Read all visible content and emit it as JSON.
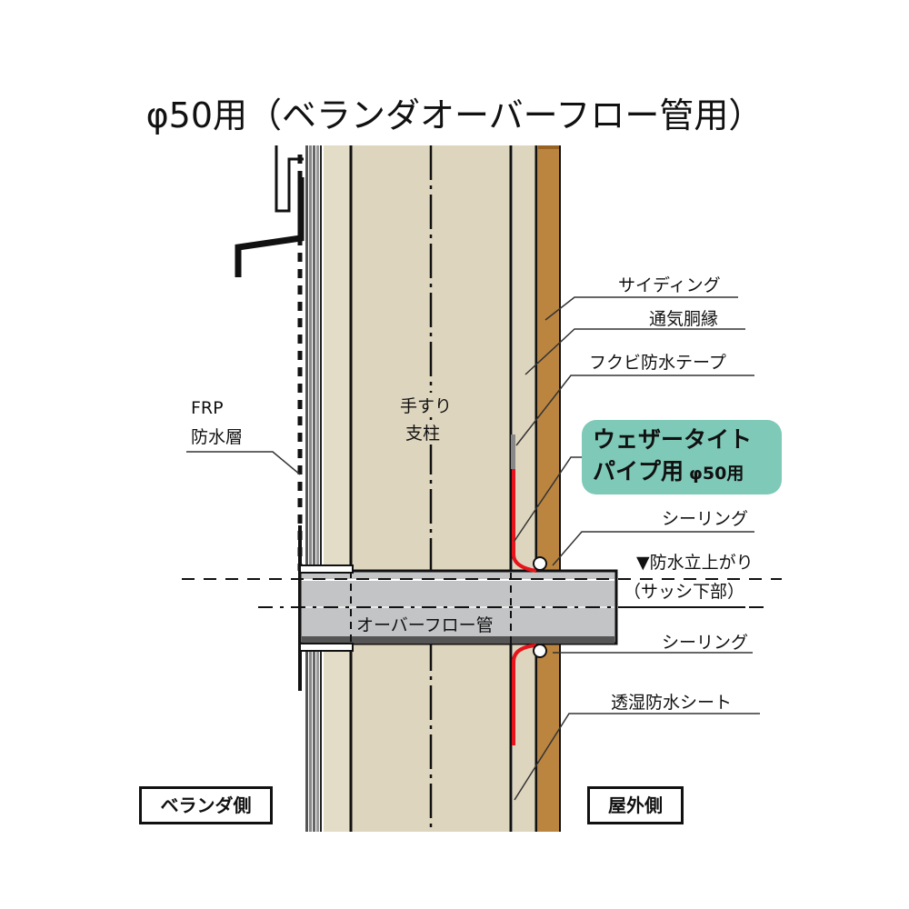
{
  "title": "φ50用（ベランダオーバーフロー管用）",
  "labels": {
    "siding": "サイディング",
    "furring": "通気胴縁",
    "flashing_tape": "フクビ防水テープ",
    "frp_line1": "FRP",
    "frp_line2": "防水層",
    "post_line1": "手すり",
    "post_line2": "支柱",
    "sealing_top": "シーリング",
    "waterproof_rise": "▼防水立上がり",
    "sash_bottom": "（サッシ下部）",
    "overflow_pipe": "オーバーフロー管",
    "sealing_bottom": "シーリング",
    "breathable_sheet": "透湿防水シート"
  },
  "callout": {
    "line1": "ウェザータイト",
    "line2": "パイプ用",
    "size": "φ50用",
    "color": "#7ec9b8"
  },
  "side_labels": {
    "veranda": "ベランダ側",
    "exterior": "屋外側"
  },
  "colors": {
    "wall_beige": "#ddd5bd",
    "siding_brown": "#bb8540",
    "pipe_gray": "#c2c4c6",
    "tape_red": "#e8141c",
    "callout_teal": "#7ec9b8"
  }
}
